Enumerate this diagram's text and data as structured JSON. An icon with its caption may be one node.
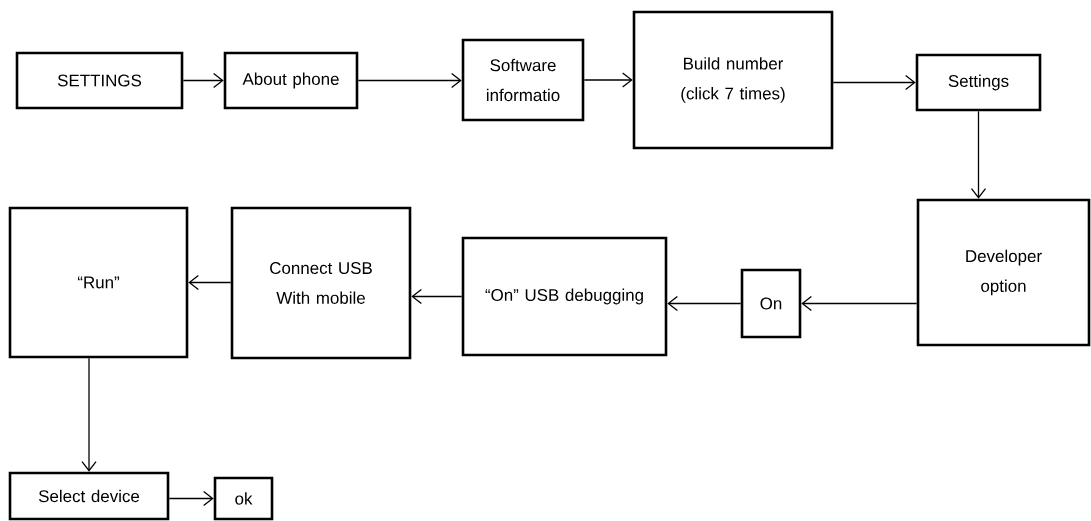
{
  "diagram": {
    "nodes": [
      {
        "text": [
          "SETTINGS"
        ]
      },
      {
        "text": [
          "About phone"
        ]
      },
      {
        "text": [
          "Software informatio"
        ]
      },
      {
        "text": [
          "Build number (click 7 times)"
        ]
      },
      {
        "text": [
          "Settings"
        ]
      },
      {
        "text": [
          "Developer option"
        ]
      },
      {
        "text": [
          "On"
        ]
      },
      {
        "text": [
          "“On” USB debugging"
        ]
      },
      {
        "text": [
          "Connect USB With mobile"
        ]
      },
      {
        "text": [
          "“Run”"
        ]
      },
      {
        "text": [
          "Select device"
        ]
      },
      {
        "text": [
          "ok"
        ]
      }
    ],
    "edges": [
      {
        "from": 0,
        "to": 1,
        "arrow": "to"
      },
      {
        "from": 1,
        "to": 2,
        "arrow": "to"
      },
      {
        "from": 2,
        "to": 3,
        "arrow": "to"
      },
      {
        "from": 3,
        "to": 4,
        "arrow": "to"
      },
      {
        "from": 4,
        "to": 5,
        "arrow": "to"
      },
      {
        "from": 5,
        "to": 6,
        "arrow": "to"
      },
      {
        "from": 6,
        "to": 7,
        "arrow": "to"
      },
      {
        "from": 7,
        "to": 8,
        "arrow": "to"
      },
      {
        "from": 8,
        "to": 9,
        "arrow": "to"
      },
      {
        "from": 9,
        "to": 10,
        "arrow": "to"
      },
      {
        "from": 10,
        "to": 11,
        "arrow": "to"
      }
    ]
  }
}
